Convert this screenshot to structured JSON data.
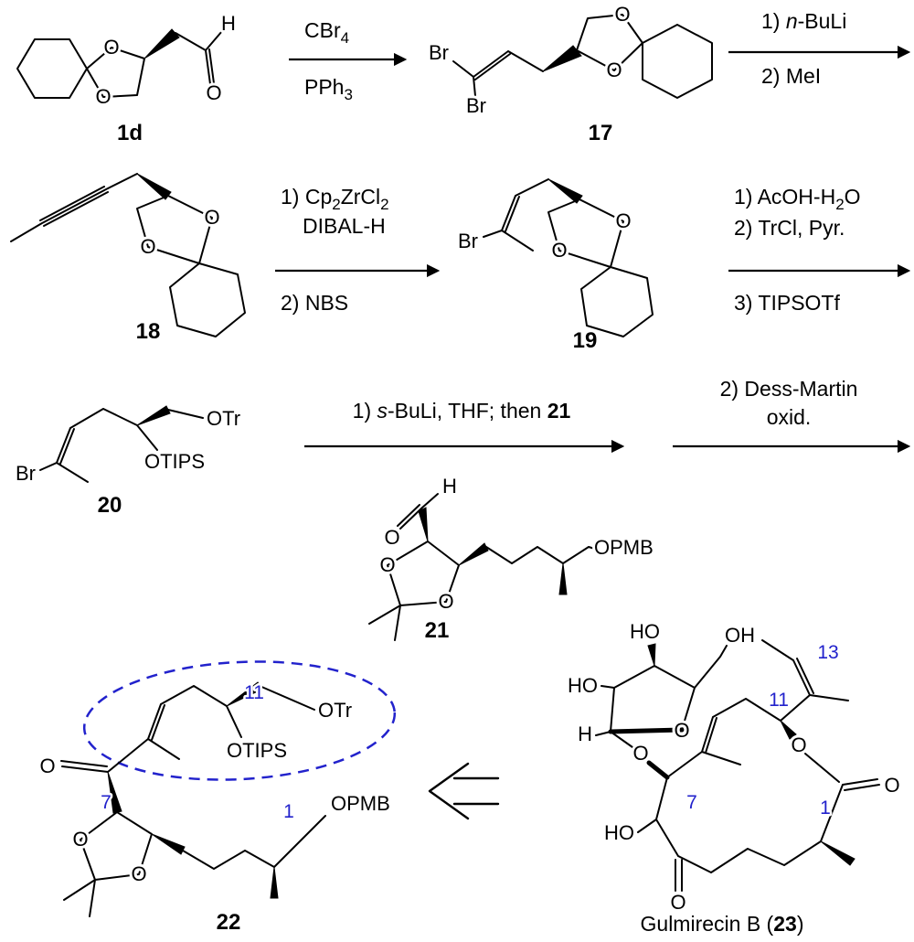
{
  "colors": {
    "locant": "#2222cc",
    "bond": "#000000",
    "background": "#ffffff"
  },
  "atoms": {
    "O": "O",
    "H": "H",
    "Br": "Br",
    "HO": "HO",
    "OH": "OH",
    "OTr": "OTr",
    "OTIPS": "OTIPS",
    "OPMB": "OPMB"
  },
  "compounds": {
    "c1d": "1d",
    "c17": "17",
    "c18": "18",
    "c19": "19",
    "c20": "20",
    "c21": "21",
    "c22": "22",
    "c23_name": "Gulmirecin B (",
    "c23_number": "23",
    "c23_close": ")"
  },
  "locants": {
    "c1": "1",
    "c7": "7",
    "c11": "11",
    "c13": "13"
  },
  "reagents": {
    "step1": {
      "above_main": "CBr",
      "above_sub": "4",
      "below_main": "PPh",
      "below_sub": "3"
    },
    "step2": {
      "l1_pre": "1) ",
      "l1_it": "n",
      "l1_post": "-BuLi",
      "l2": "2) MeI"
    },
    "step3": {
      "l1_a": "1) Cp",
      "l1_b": "2",
      "l1_c": "ZrCl",
      "l1_d": "2",
      "l2": "DIBAL-H",
      "l3": "2) NBS"
    },
    "step4": {
      "l1_a": "1) AcOH-H",
      "l1_b": "2",
      "l1_c": "O",
      "l2": "2) TrCl, Pyr.",
      "l3": "3) TIPSOTf"
    },
    "step5": {
      "pre": "1) ",
      "it": "s",
      "mid": "-BuLi, THF; then ",
      "bold": "21"
    },
    "step6": {
      "l1": "2) Dess-Martin",
      "l2": "oxid."
    }
  }
}
